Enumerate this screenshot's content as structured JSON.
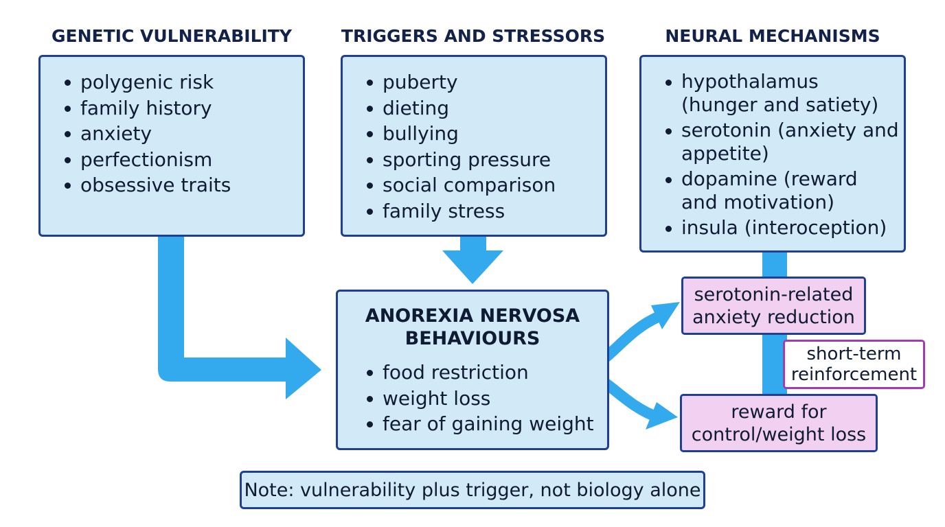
{
  "colors": {
    "box_fill": "#d2e9f8",
    "box_border": "#1f3f94",
    "arrow": "#33aaee",
    "pink_fill": "#f1d0f1",
    "reinforcement_border": "#a43bb5",
    "heading_text": "#13224a"
  },
  "genetic": {
    "heading": "GENETIC VULNERABILITY",
    "items": [
      "polygenic risk",
      "family history",
      "anxiety",
      "perfectionism",
      "obsessive traits"
    ]
  },
  "triggers": {
    "heading": "TRIGGERS AND STRESSORS",
    "items": [
      "puberty",
      "dieting",
      "bullying",
      "sporting pressure",
      "social comparison",
      "family stress"
    ]
  },
  "neural": {
    "heading": "NEURAL MECHANISMS",
    "items": [
      "hypothalamus (hunger and satiety)",
      "serotonin (anxiety and appetite)",
      "dopamine (reward and motivation)",
      "insula (interoception)"
    ]
  },
  "behaviours": {
    "title_line1": "ANOREXIA NERVOSA",
    "title_line2": "BEHAVIOURS",
    "items": [
      "food restriction",
      "weight loss",
      "fear of gaining weight"
    ]
  },
  "outcomes": {
    "serotonin_line1": "serotonin-related",
    "serotonin_line2": "anxiety reduction",
    "reward_line1": "reward for",
    "reward_line2": "control/weight loss",
    "reinforcement_line1": "short-term",
    "reinforcement_line2": "reinforcement"
  },
  "note": "Note: vulnerability plus trigger, not biology alone"
}
